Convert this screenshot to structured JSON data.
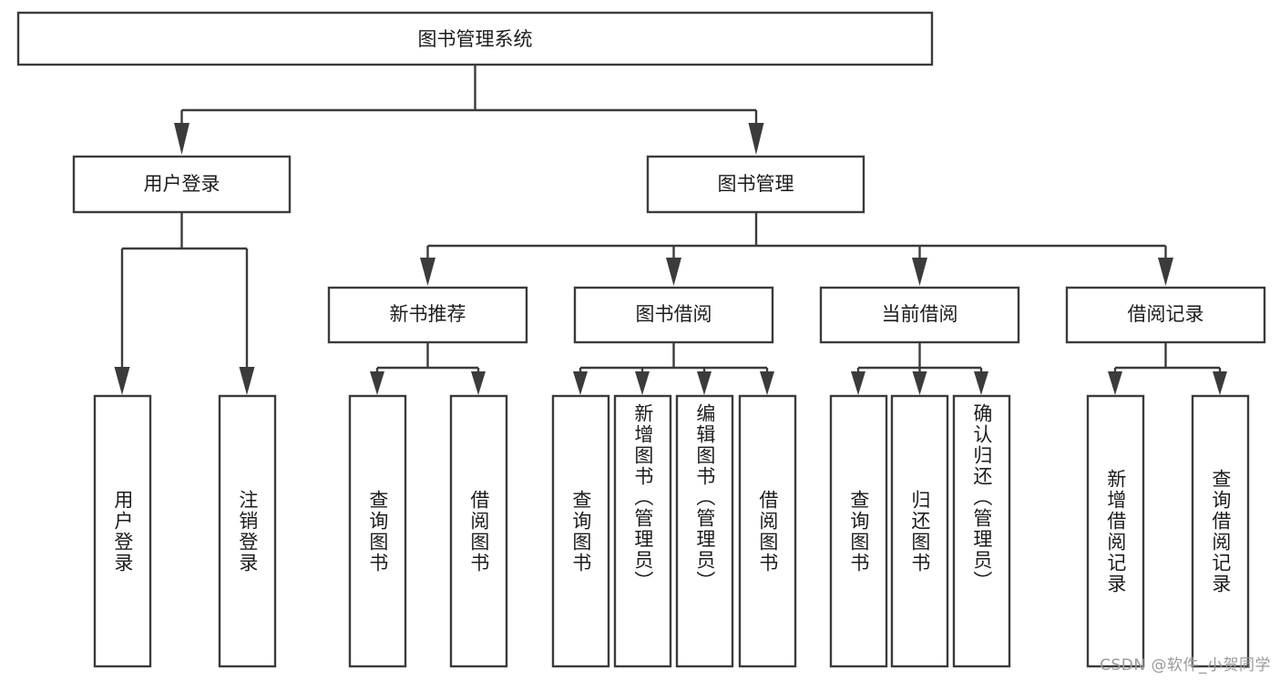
{
  "diagram": {
    "title": "图书管理系统",
    "type": "tree",
    "root": {
      "id": "root",
      "label": "图书管理系统",
      "orientation": "horizontal"
    },
    "level2": [
      {
        "id": "user-login",
        "label": "用户登录",
        "orientation": "horizontal"
      },
      {
        "id": "book-management",
        "label": "图书管理",
        "orientation": "horizontal"
      }
    ],
    "level3": [
      {
        "id": "new-book-recommend",
        "label": "新书推荐",
        "orientation": "horizontal",
        "parent": "book-management"
      },
      {
        "id": "book-borrow",
        "label": "图书借阅",
        "orientation": "horizontal",
        "parent": "book-management"
      },
      {
        "id": "current-borrow",
        "label": "当前借阅",
        "orientation": "horizontal",
        "parent": "book-management"
      },
      {
        "id": "borrow-record",
        "label": "借阅记录",
        "orientation": "horizontal",
        "parent": "book-management"
      }
    ],
    "leaves": [
      {
        "id": "leaf-user-login",
        "label": "用户登录",
        "orientation": "vertical",
        "parent": "user-login"
      },
      {
        "id": "leaf-user-logout",
        "label": "注销登录",
        "orientation": "vertical",
        "parent": "user-login"
      },
      {
        "id": "leaf-query-book-1",
        "label": "查询图书",
        "orientation": "vertical",
        "parent": "new-book-recommend"
      },
      {
        "id": "leaf-borrow-book-1",
        "label": "借阅图书",
        "orientation": "vertical",
        "parent": "new-book-recommend"
      },
      {
        "id": "leaf-query-book-2",
        "label": "查询图书",
        "orientation": "vertical",
        "parent": "book-borrow"
      },
      {
        "id": "leaf-add-book",
        "label": "新增图书（管理员）",
        "orientation": "vertical",
        "parent": "book-borrow"
      },
      {
        "id": "leaf-edit-book",
        "label": "编辑图书（管理员）",
        "orientation": "vertical",
        "parent": "book-borrow"
      },
      {
        "id": "leaf-borrow-book-2",
        "label": "借阅图书",
        "orientation": "vertical",
        "parent": "book-borrow"
      },
      {
        "id": "leaf-query-book-3",
        "label": "查询图书",
        "orientation": "vertical",
        "parent": "current-borrow"
      },
      {
        "id": "leaf-return-book",
        "label": "归还图书",
        "orientation": "vertical",
        "parent": "current-borrow"
      },
      {
        "id": "leaf-confirm-return",
        "label": "确认归还（管理员）",
        "orientation": "vertical",
        "parent": "current-borrow"
      },
      {
        "id": "leaf-add-record",
        "label": "新增借阅记录",
        "orientation": "vertical",
        "parent": "borrow-record"
      },
      {
        "id": "leaf-query-record",
        "label": "查询借阅记录",
        "orientation": "vertical",
        "parent": "borrow-record"
      }
    ]
  },
  "watermark": {
    "text": "CSDN @软件_小贺同学"
  },
  "colors": {
    "stroke": "#3b3b3b",
    "fill": "#ffffff",
    "text": "#1c1c1c",
    "watermark": "#9a9a9a"
  }
}
